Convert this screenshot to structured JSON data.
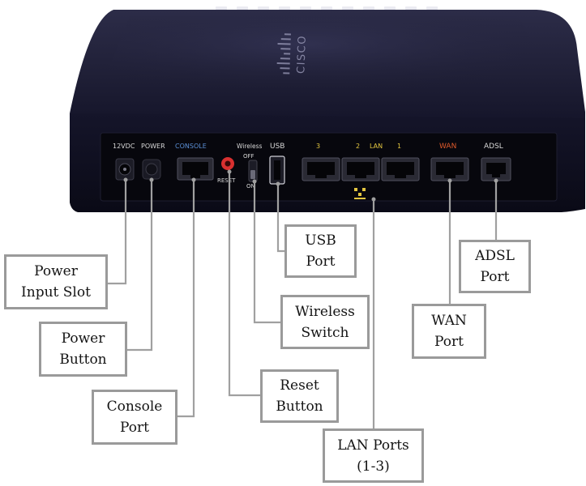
{
  "device": {
    "brand": "CISCO",
    "panel_labels": {
      "dc_in": "12VDC",
      "power": "POWER",
      "console": "CONSOLE",
      "wireless": "Wireless",
      "wireless_off": "OFF",
      "wireless_on": "ON",
      "usb": "USB",
      "reset": "RESET",
      "lan": "LAN",
      "lan_3": "3",
      "lan_2": "2",
      "lan_1": "1",
      "wan": "WAN",
      "adsl": "ADSL"
    }
  },
  "callouts": [
    {
      "id": "power-input-slot",
      "lines": [
        "Power",
        "Input Slot"
      ]
    },
    {
      "id": "power-button",
      "lines": [
        "Power",
        "Button"
      ]
    },
    {
      "id": "console-port",
      "lines": [
        "Console",
        "Port"
      ]
    },
    {
      "id": "reset-button",
      "lines": [
        "Reset",
        "Button"
      ]
    },
    {
      "id": "wireless-switch",
      "lines": [
        "Wireless",
        "Switch"
      ]
    },
    {
      "id": "usb-port",
      "lines": [
        "USB",
        "Port"
      ]
    },
    {
      "id": "lan-ports",
      "lines": [
        "LAN Ports",
        "(1-3)"
      ]
    },
    {
      "id": "wan-port",
      "lines": [
        "WAN",
        "Port"
      ]
    },
    {
      "id": "adsl-port",
      "lines": [
        "ADSL",
        "Port"
      ]
    }
  ],
  "colors": {
    "chassis": "#1a1a2e",
    "panel": "#0a0a12",
    "panel_text": "#d8d8d8",
    "console_label": "#5b8fd6",
    "lan_label": "#e3c640",
    "wan_label": "#e05a2b",
    "reset_button": "#d93030",
    "leader_line": "#a0a0a0"
  }
}
